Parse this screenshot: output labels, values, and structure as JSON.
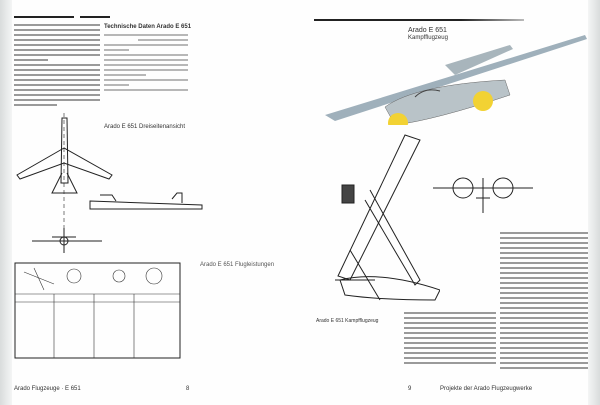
{
  "left_page": {
    "table_title": "Technische Daten Arado E 651",
    "drawing_caption": "Arado E 651 Dreiseitenansicht",
    "diagram_caption": "Arado E 651 Flugleistungen",
    "footer": "Arado Flugzeuge · E 651",
    "page_number": "8"
  },
  "right_page": {
    "heading": "Arado E 651",
    "subheading": "Kampfflugzeug",
    "drawing_caption": "Arado E 651 Kampfflugzeug",
    "footer": "Projekte der Arado Flugzeugwerke",
    "page_number": "9"
  },
  "colors": {
    "spinner": "#f2d233",
    "fuselage": "#b9c3c8"
  }
}
